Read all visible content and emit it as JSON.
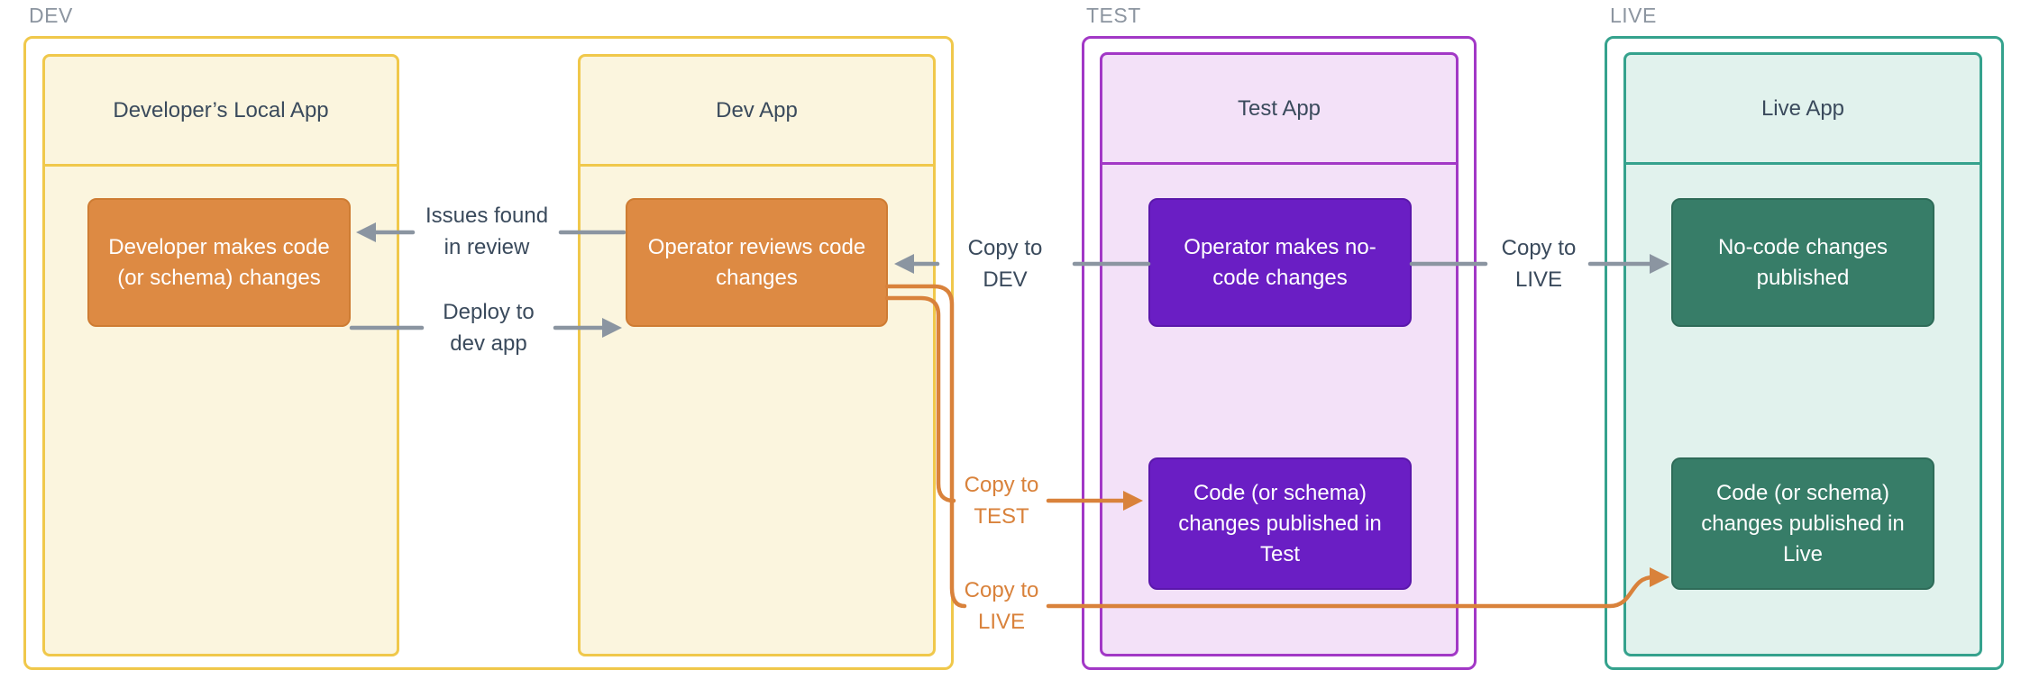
{
  "colors": {
    "background": "#FFFFFF",
    "dev_border": "#F0C84B",
    "dev_fill": "#FBF5DE",
    "dev_node": "#DD8A43",
    "dev_node_border": "#CE7C33",
    "test_border": "#A238C6",
    "test_fill": "#F3E1F8",
    "test_node": "#6A1EC4",
    "test_node_border": "#5A17AB",
    "live_border": "#35A28D",
    "live_fill": "#E1F2ED",
    "live_node": "#377D68",
    "live_node_border": "#2E6B58",
    "arrow_gray": "#8B95A1",
    "arrow_orange": "#D9823B",
    "label_dark": "#3A4A5C",
    "section_label": "#8C95A0",
    "node_text": "#FFFFFF"
  },
  "sections": {
    "dev": {
      "label": "DEV",
      "apps": [
        {
          "title": "Developer’s Local App",
          "nodes": [
            {
              "text": "Developer makes code (or schema) changes"
            }
          ]
        },
        {
          "title": "Dev App",
          "nodes": [
            {
              "text": "Operator reviews code changes"
            }
          ]
        }
      ]
    },
    "test": {
      "label": "TEST",
      "apps": [
        {
          "title": "Test App",
          "nodes": [
            {
              "text": "Operator makes no-code changes"
            },
            {
              "text": "Code (or schema) changes published in Test"
            }
          ]
        }
      ]
    },
    "live": {
      "label": "LIVE",
      "apps": [
        {
          "title": "Live App",
          "nodes": [
            {
              "text": "No-code changes published"
            },
            {
              "text": "Code (or schema) changes published in Live"
            }
          ]
        }
      ]
    }
  },
  "arrow_labels": {
    "issues_found": {
      "line1": "Issues found",
      "line2": "in review"
    },
    "deploy_dev": {
      "line1": "Deploy to",
      "line2": "dev app"
    },
    "copy_to_dev": {
      "line1": "Copy to",
      "line2": "DEV"
    },
    "copy_to_live_top": {
      "line1": "Copy to",
      "line2": "LIVE"
    },
    "copy_to_test": {
      "line1": "Copy to",
      "line2": "TEST"
    },
    "copy_to_live_bottom": {
      "line1": "Copy to",
      "line2": "LIVE"
    }
  }
}
